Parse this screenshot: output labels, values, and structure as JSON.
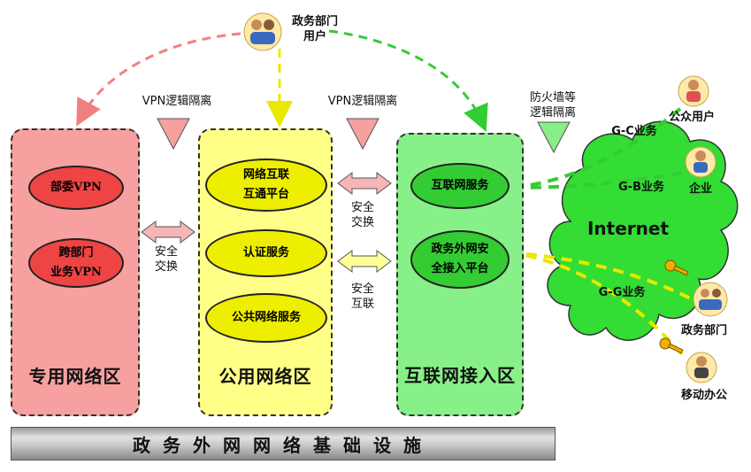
{
  "top_user": {
    "label": "政务部门\n用户",
    "icon": "people-icon"
  },
  "isolation_labels": {
    "left": "VPN逻辑隔离",
    "middle": "VPN逻辑隔离",
    "right": "防火墙等\n逻辑隔离"
  },
  "zones": {
    "private": {
      "title": "专用网络区",
      "services": [
        "部委VPN",
        "跨部门\n业务VPN"
      ],
      "color": "#f7a0a0"
    },
    "public": {
      "title": "公用网络区",
      "services": [
        "网络互联\n互通平台",
        "认证服务",
        "公共网络服务"
      ],
      "color": "#ffff88"
    },
    "internet_access": {
      "title": "互联网接入区",
      "services": [
        "互联网服务",
        "政务外网安\n全接入平台"
      ],
      "color": "#88f088"
    }
  },
  "exchange_labels": {
    "left": "安全\n交换",
    "right_top": "安全\n交换",
    "right_bottom": "安全\n互联"
  },
  "internet": {
    "label": "Internet",
    "links": {
      "gc": "G-C业务",
      "gb": "G-B业务",
      "gg": "G-G业务"
    }
  },
  "endpoints": {
    "public_user": "公众用户",
    "enterprise": "企业",
    "gov_dept": "政务部门",
    "mobile": "移动办公"
  },
  "infrastructure": "政务外网网络基础设施"
}
